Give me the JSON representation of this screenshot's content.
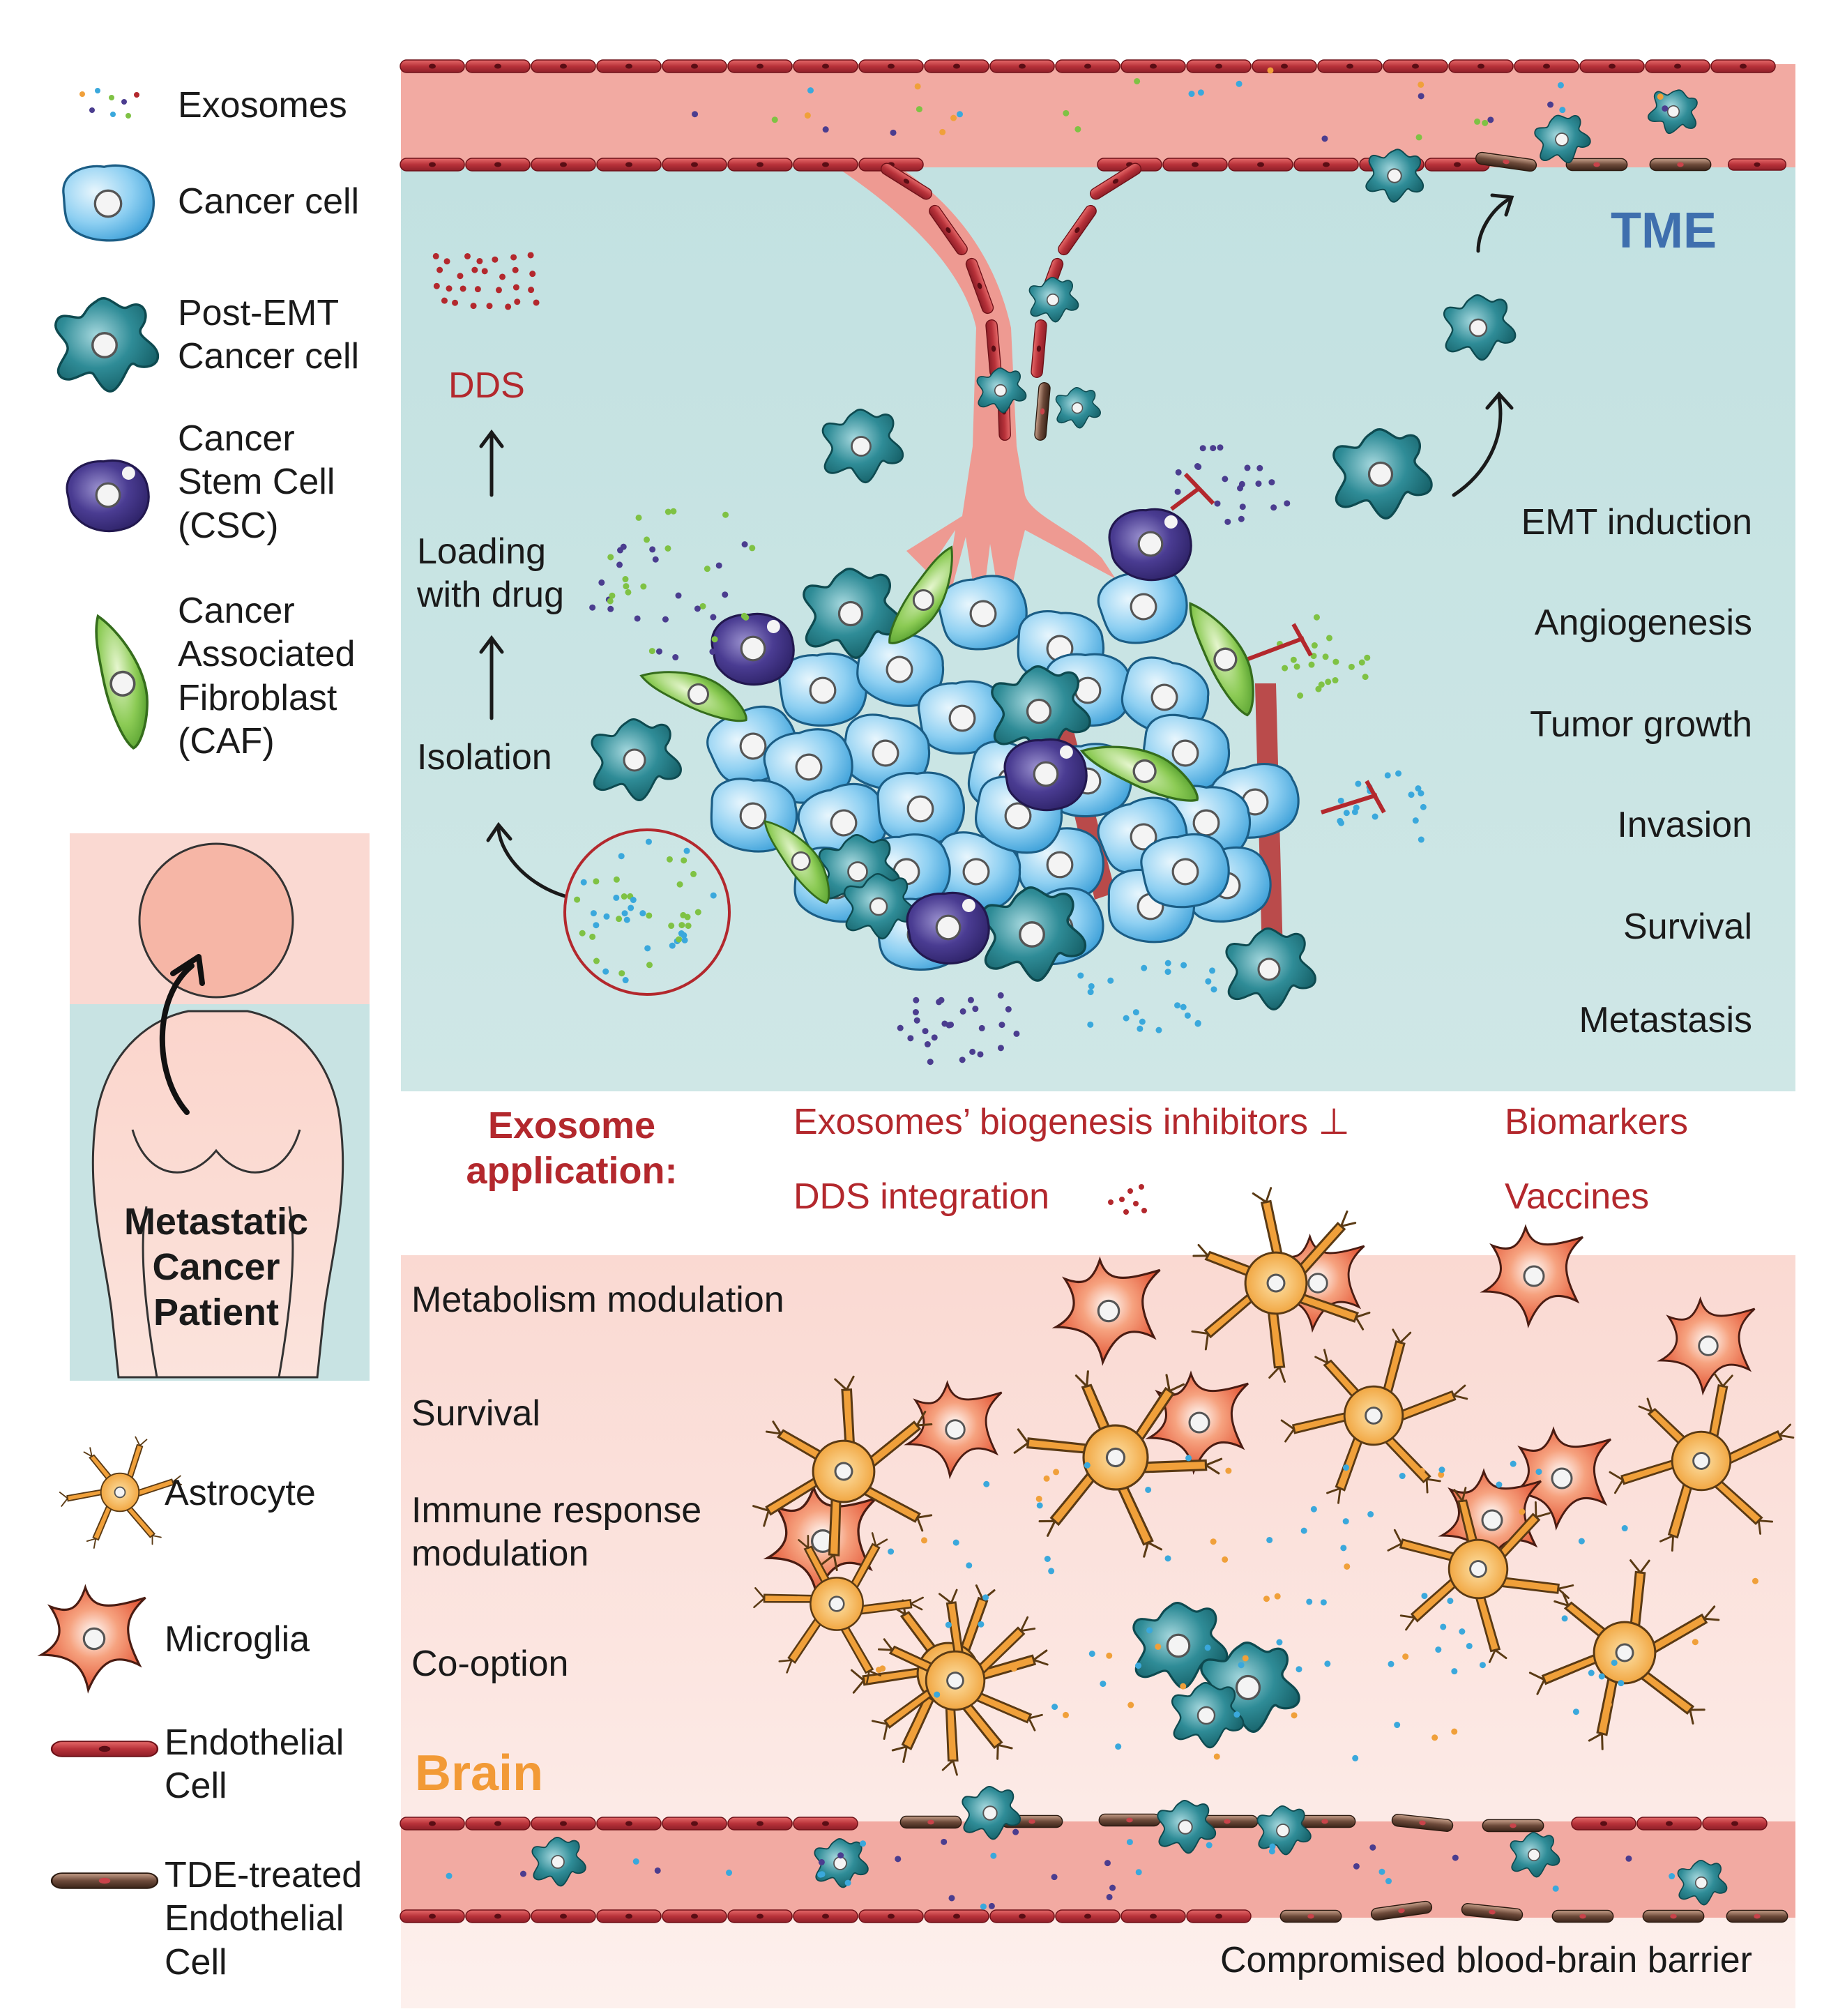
{
  "legend": {
    "exosomes": "Exosomes",
    "cancer_cell": "Cancer cell",
    "post_emt": "Post-EMT\nCancer cell",
    "csc": "Cancer\nStem Cell\n(CSC)",
    "caf": "Cancer\nAssociated\nFibroblast\n(CAF)",
    "patient": "Metastatic\nCancer\nPatient",
    "astrocyte": "Astrocyte",
    "microglia": "Microglia",
    "endothelial": "Endothelial\nCell",
    "tde_endothelial": "TDE-treated\nEndothelial\nCell"
  },
  "tme": {
    "title": "TME",
    "dds": "DDS",
    "loading": "Loading\nwith drug",
    "isolation": "Isolation",
    "effects": [
      "EMT induction",
      "Angiogenesis",
      "Tumor growth",
      "Invasion",
      "Survival",
      "Metastasis"
    ]
  },
  "application": {
    "title": "Exosome\napplication:",
    "inhibitors": "Exosomes’ biogenesis inhibitors ⊥",
    "dds_integration": "DDS integration",
    "biomarkers": "Biomarkers",
    "vaccines": "Vaccines"
  },
  "brain": {
    "title": "Brain",
    "effects": [
      "Metabolism modulation",
      "Survival",
      "Immune response\nmodulation",
      "Co-option"
    ],
    "bbb": "Compromised blood-brain barrier"
  },
  "colors": {
    "vessel": "#f2aaa2",
    "endothelial": "#c8434a",
    "tde": "#6d4a3a",
    "tme_bg": "#c8e3e3",
    "brain_bg": "#fbe1dc",
    "cancer": "#6cc0ec",
    "post_emt": "#1f7b86",
    "csc": "#4b3d8f",
    "caf": "#7fc244",
    "astrocyte": "#f0a03a",
    "microglia": "#ec6a45",
    "accent_red": "#b3282d",
    "tme_title": "#3f6fae",
    "brain_title": "#f29a36"
  }
}
